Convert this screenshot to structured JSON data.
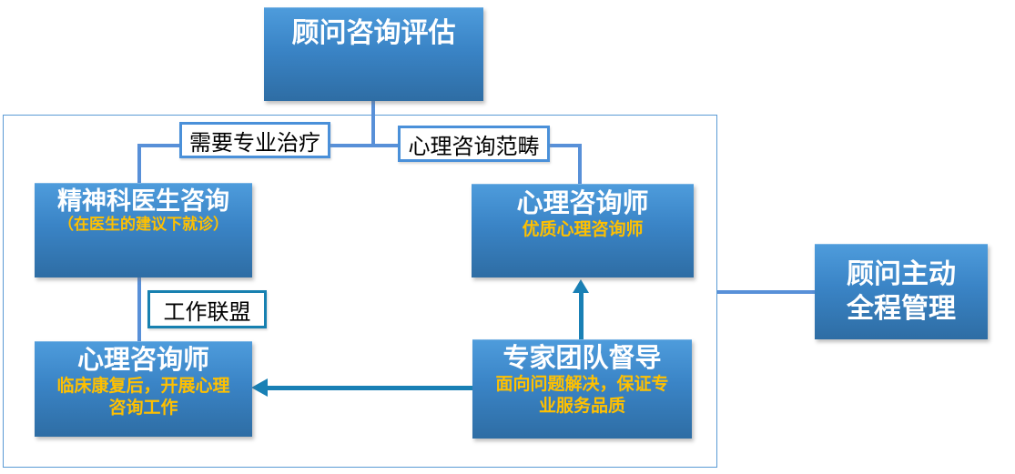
{
  "diagram": {
    "boxes": {
      "assessment": {
        "title": "顾问咨询评估"
      },
      "psychiatrist": {
        "title": "精神科医生咨询",
        "subtitle": "（在医生的建议下就诊）"
      },
      "counselor_right": {
        "title": "心理咨询师",
        "subtitle": "优质心理咨询师"
      },
      "counselor_bottom": {
        "title": "心理咨询师",
        "subtitle": "临床康复后，开展心理\n咨询工作"
      },
      "expert_team": {
        "title": "专家团队督导",
        "subtitle": "面向问题解决，保证专\n业服务品质"
      },
      "manager": {
        "title": "顾问主动\n全程管理"
      }
    },
    "labels": {
      "need_treatment": "需要专业治疗",
      "counseling_scope": "心理咨询范畴",
      "work_alliance": "工作联盟"
    },
    "colors": {
      "node_gradient_top": "#4E9CDC",
      "node_gradient_bottom": "#2E6DA4",
      "subtitle_yellow": "#FFC000",
      "connector_blue": "#5890D8",
      "arrow_teal": "#1980B5",
      "label_border_blue": "#4A90D9",
      "alliance_border_teal": "#1780B0",
      "frame_border": "#5B9BD5",
      "title_text": "#FFFFFF",
      "label_text": "#000000"
    }
  }
}
